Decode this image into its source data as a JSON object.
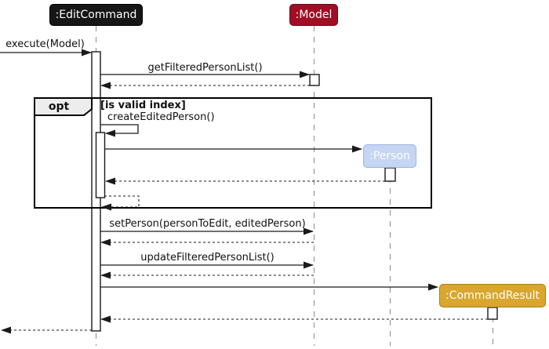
{
  "diagram": {
    "type": "uml-sequence",
    "participants": [
      {
        "id": "edit-command",
        "label": ":EditCommand",
        "fill": "#161616",
        "border": "#000000",
        "text_color": "#FDFDFD"
      },
      {
        "id": "model",
        "label": ":Model",
        "fill": "#A00D25",
        "border": "#6E0A1C",
        "text_color": "#FDFDFD"
      },
      {
        "id": "person",
        "label": ":Person",
        "fill": "#C5D5F3",
        "border": "#9FB4DF",
        "text_color": "#FDFDFD"
      },
      {
        "id": "command-result",
        "label": ":CommandResult",
        "fill": "#D9A62E",
        "border": "#A87F1F",
        "text_color": "#FDFDFD"
      }
    ],
    "fragment": {
      "operator": "opt",
      "guard": "[is valid index]",
      "label_bg": "#EDEDED"
    },
    "messages": {
      "execute": "execute(Model)",
      "get_filtered_person_list": "getFilteredPersonList()",
      "create_edited_person": "createEditedPerson()",
      "set_person": "setPerson(personToEdit, editedPerson)",
      "update_filtered_person_list": "updateFilteredPersonList()"
    },
    "colors": {
      "arrow": "#1A1A1A",
      "frame_border": "#000000",
      "lifeline": "#8C8C8C",
      "activation_fill": "#FFFFFF",
      "background": "#FFFFFF"
    }
  }
}
